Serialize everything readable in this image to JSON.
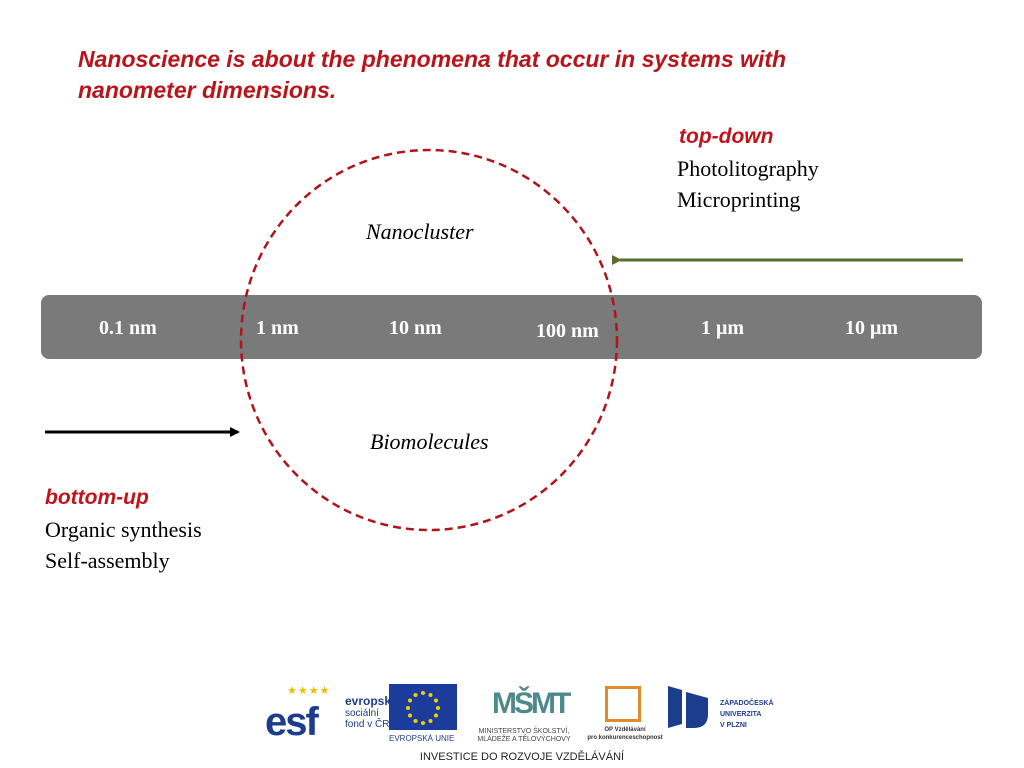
{
  "title": {
    "line1": "Nanoscience is about the phenomena that occur in systems with",
    "line2": "nanometer dimensions."
  },
  "scale": {
    "ticks": [
      "0.1 nm",
      "1 nm",
      "10 nm",
      "100 nm",
      "1 μm",
      "10 μm"
    ]
  },
  "circle": {
    "upper_label": "Nanocluster",
    "lower_label": "Biomolecules"
  },
  "top_down": {
    "title": "top-down",
    "items": [
      "Photolitography",
      "Microprinting"
    ],
    "arrow_color": "#5b6e2e"
  },
  "bottom_up": {
    "title": "bottom-up",
    "items": [
      "Organic synthesis",
      "Self-assembly"
    ],
    "arrow_color": "#000000"
  },
  "colors": {
    "title": "#b8141a",
    "circle": "#b0141a",
    "scale_bar": "#7a7a7a"
  },
  "footer": {
    "esf": {
      "mark": "esf",
      "name": "evropský",
      "line2": "sociální",
      "line3": "fond v ČR"
    },
    "eu": {
      "caption": "EVROPSKÁ UNIE"
    },
    "msmt": {
      "mark": "MŠMT",
      "line1": "MINISTERSTVO ŠKOLSTVÍ,",
      "line2": "MLÁDEŽE A TĚLOVÝCHOVY"
    },
    "op": {
      "line1": "OP Vzdělávání",
      "line2": "pro konkurenceschopnost"
    },
    "zcu": {
      "line1": "ZÁPADOČESKÁ",
      "line2": "UNIVERZITA",
      "line3": "V PLZNI"
    },
    "caption": "INVESTICE DO ROZVOJE VZDĚLÁVÁNÍ"
  }
}
